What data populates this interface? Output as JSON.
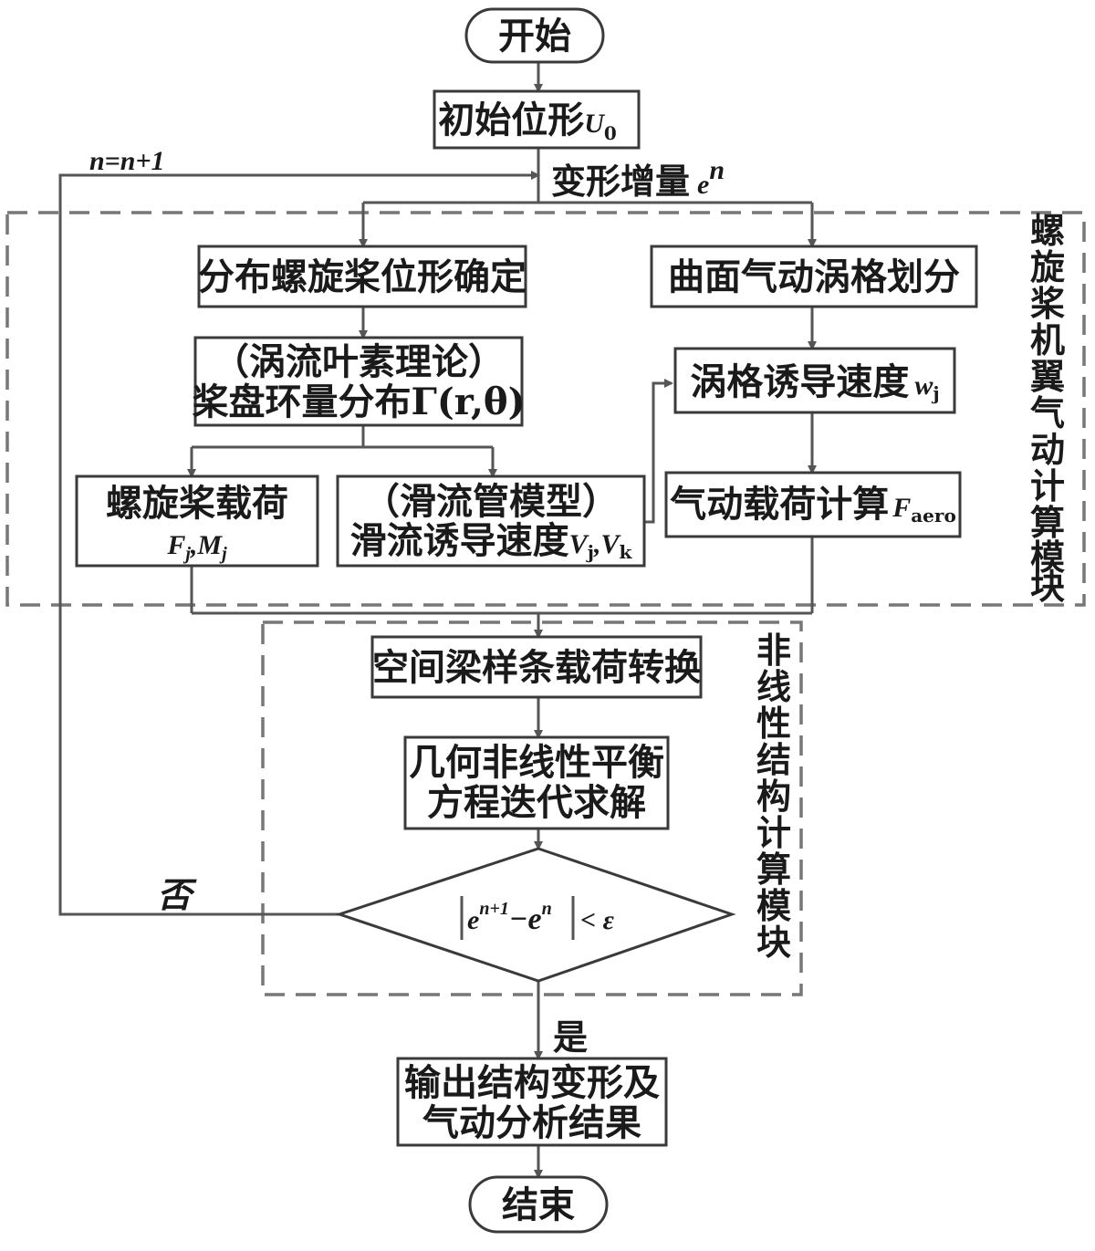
{
  "nodes": {
    "start": "开始",
    "initial_shape": "初始位形",
    "initial_shape_sym": "U",
    "initial_shape_sub": "0",
    "deformation_increment": "变形增量",
    "deformation_increment_sym": "e",
    "deformation_increment_sup": "n",
    "rotor_position": "分布螺旋桨位形确定",
    "vortex_blade_line1": "（涡流叶素理论）",
    "vortex_blade_line2": "桨盘环量分布Γ(r,θ)",
    "propeller_load_line1": "螺旋桨载荷",
    "propeller_load_line2": "F",
    "propeller_load_line2_sub1": "j",
    "propeller_load_line2_sep": ",M",
    "propeller_load_line2_sub2": "j",
    "slipstream_line1": "（滑流管模型）",
    "slipstream_line2": "滑流诱导速度",
    "slipstream_sym1": "V",
    "slipstream_sub1": "j",
    "slipstream_sep": ",V",
    "slipstream_sub2": "k",
    "surface_mesh": "曲面气动涡格划分",
    "induced_velocity": "涡格诱导速度",
    "induced_velocity_sym": "w",
    "induced_velocity_sub": "j",
    "aero_load": "气动载荷计算",
    "aero_load_sym": "F",
    "aero_load_sub": "aero",
    "beam_load_transfer": "空间梁样条载荷转换",
    "nonlinear_solve_line1": "几何非线性平衡",
    "nonlinear_solve_line2": "方程迭代求解",
    "convergence_e": "e",
    "convergence_sup1": "n+1",
    "convergence_minus": "−e",
    "convergence_sup2": "n",
    "convergence_lt": "< ε",
    "output_line1": "输出结构变形及",
    "output_line2": "气动分析结果",
    "end": "结束"
  },
  "labels": {
    "iteration": "n=n+1",
    "no": "否",
    "yes": "是"
  },
  "modules": {
    "aero_module": [
      "螺",
      "旋",
      "桨",
      "机",
      "翼",
      "气",
      "动",
      "计",
      "算",
      "模",
      "块"
    ],
    "struct_module": [
      "非",
      "线",
      "性",
      "结",
      "构",
      "计",
      "算",
      "模",
      "块"
    ]
  }
}
